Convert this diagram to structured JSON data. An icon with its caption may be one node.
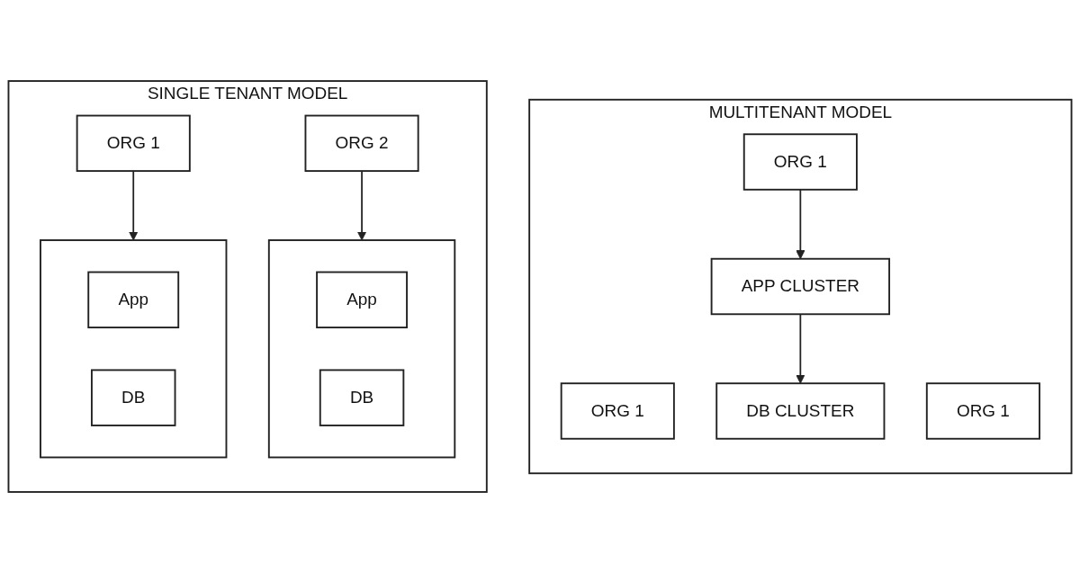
{
  "diagram": {
    "nodes": [
      {
        "text": [
          "SINGLE TENANT MODEL"
        ]
      },
      {
        "text": [
          "ORG 1"
        ],
        "in": 0
      },
      {
        "text": [
          "ORG 2"
        ],
        "in": 0
      },
      {
        "text": [],
        "shape": "box",
        "in": 0
      },
      {
        "text": [
          "App"
        ],
        "in": 3
      },
      {
        "text": [
          "DB"
        ],
        "in": 3
      },
      {
        "text": [],
        "shape": "box",
        "in": 0
      },
      {
        "text": [
          "App"
        ],
        "in": 6
      },
      {
        "text": [
          "DB"
        ],
        "in": 6
      },
      {
        "text": [
          "MULTITENANT MODEL"
        ]
      },
      {
        "text": [
          "ORG 1"
        ],
        "in": 9
      },
      {
        "text": [
          "ORG 1"
        ],
        "in": 9
      },
      {
        "text": [
          "ORG 1"
        ],
        "in": 9
      },
      {
        "text": [
          "APP CLUSTER"
        ],
        "in": 9
      },
      {
        "text": [
          "DB CLUSTER"
        ],
        "in": 9
      }
    ],
    "edges": [
      {
        "from": 1,
        "to": 3,
        "arrow": "to"
      },
      {
        "from": 2,
        "to": 6,
        "arrow": "to"
      },
      {
        "from": 12,
        "to": 13,
        "arrow": "to"
      },
      {
        "from": 13,
        "to": 14,
        "arrow": "to"
      }
    ]
  }
}
